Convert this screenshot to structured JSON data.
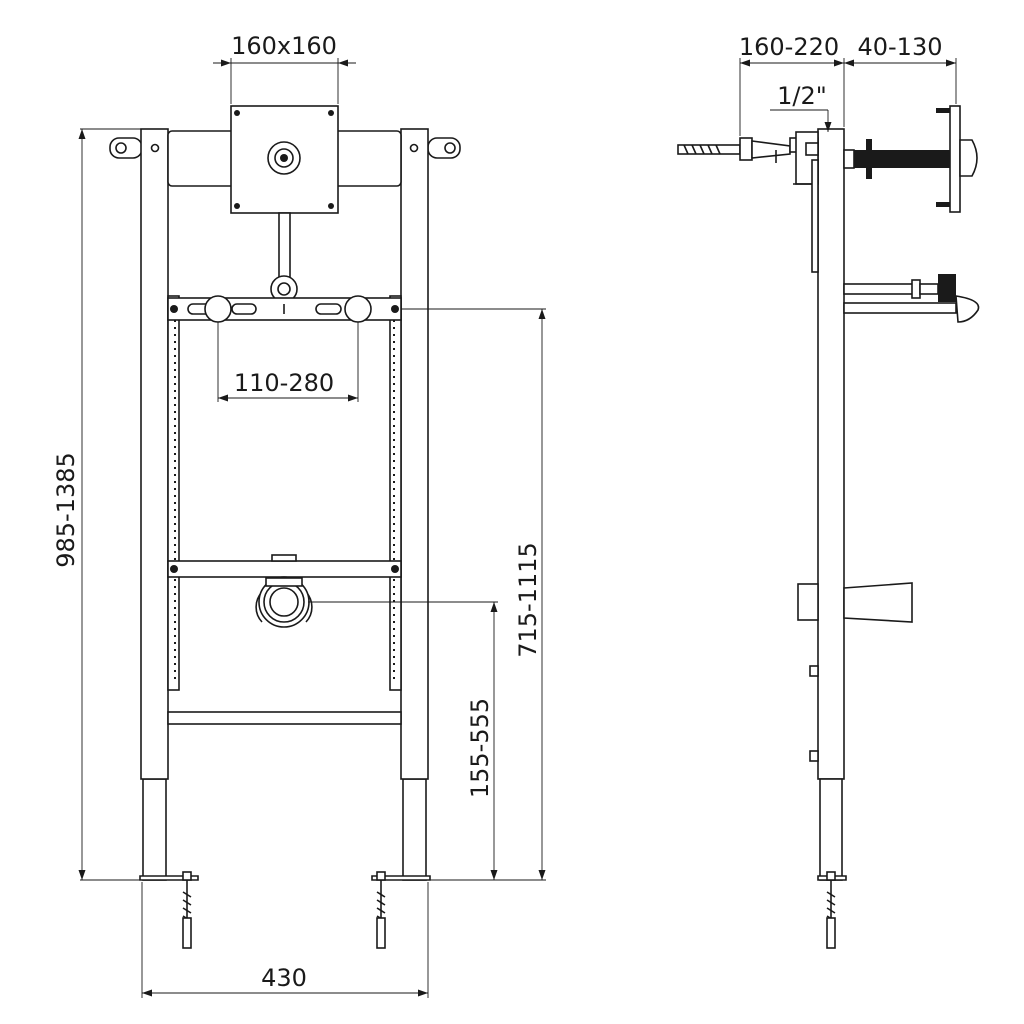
{
  "colors": {
    "line": "#1a1a1a",
    "background": "#ffffff"
  },
  "front_view": {
    "plate_size": "160x160",
    "outlet_spacing": "110-280",
    "total_height": "985-1385",
    "upper_height": "715-1115",
    "drain_height": "155-555",
    "frame_width": "430"
  },
  "side_view": {
    "depth_range": "160-220",
    "projection_range": "40-130",
    "thread_size": "1/2\""
  }
}
